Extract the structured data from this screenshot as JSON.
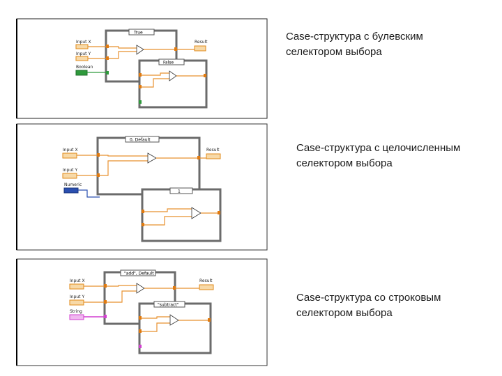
{
  "panels": [
    {
      "caption_line1": "Case-структура с булевским",
      "caption_line2": "селектором выбора",
      "input_x": "Input X",
      "input_y": "Input Y",
      "control": "Boolean",
      "result": "Result",
      "outer_selector": "True",
      "inner_selector": "False",
      "control_color": "#2e9a3c"
    },
    {
      "caption_line1": "Case-структура с целочисленным",
      "caption_line2": "селектором выбора",
      "input_x": "Input X",
      "input_y": "Input Y",
      "control": "Numeric",
      "result": "Result",
      "outer_selector": "0, Default",
      "inner_selector": "1",
      "control_color": "#2a4fb0"
    },
    {
      "caption_line1": "Case-структура со строковым",
      "caption_line2": "селектором выбора",
      "input_x": "Input X",
      "input_y": "Input Y",
      "control": "String",
      "result": "Result",
      "outer_selector": "\"add\", Default",
      "inner_selector": "\"subtract\"",
      "control_color": "#d23fd0"
    }
  ],
  "colors": {
    "wire": "#e8912f",
    "frame": "#6b6b6b",
    "terminal": "#e07a10"
  }
}
